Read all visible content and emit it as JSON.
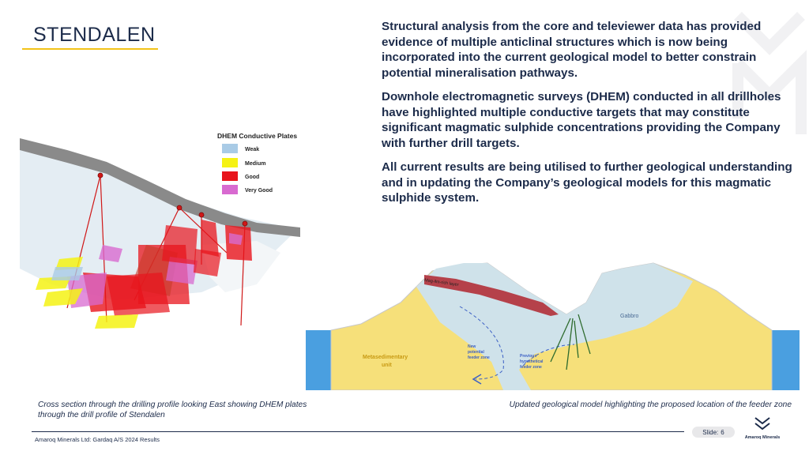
{
  "slide": {
    "title": "STENDALEN",
    "paragraphs": [
      "Structural analysis from the core and televiewer data has provided evidence of multiple anticlinal structures which is now being incorporated into the current geological model to better constrain potential mineralisation pathways.",
      "Downhole electromagnetic surveys (DHEM) conducted in all drillholes have highlighted multiple conductive targets that may constitute significant magmatic sulphide concentrations providing the Company with further drill targets.",
      "All current results are being utilised to further geological understanding and in updating the Company’s geological models for this magmatic sulphide system."
    ]
  },
  "figure_left": {
    "legend_title": "DHEM Conductive Plates",
    "legend_items": [
      {
        "label": "Weak",
        "color": "#a9cbe6"
      },
      {
        "label": "Medium",
        "color": "#f5f214"
      },
      {
        "label": "Good",
        "color": "#e8141c"
      },
      {
        "label": "Very Good",
        "color": "#d86ad0"
      }
    ],
    "caption": "Cross section through the drilling profile looking East showing DHEM plates through the drill profile of Stendalen"
  },
  "figure_right": {
    "labels": {
      "mag_layer": "Mag-ilm-rich layer",
      "gabbro": "Gabbro",
      "metasedimentary": "Metasedimentary",
      "unit": "unit",
      "new_feeder": [
        "New",
        "potential",
        "feeder zone"
      ],
      "previous_feeder": [
        "Previous",
        "hypothetical",
        "feeder zone"
      ]
    },
    "caption": "Updated geological model highlighting the proposed location of the feeder zone"
  },
  "footer": {
    "text": "Amaroq Minerals Ltd: Gardaq A/S 2024 Results",
    "slide_label": "Slide:",
    "slide_number": "6",
    "brand": "Amaroq Minerals"
  },
  "colors": {
    "navy": "#1c2b4a",
    "accent": "#f2c318",
    "gabbro": "#cfe2ea",
    "metased": "#f6e07a",
    "water": "#4a9fe0"
  }
}
